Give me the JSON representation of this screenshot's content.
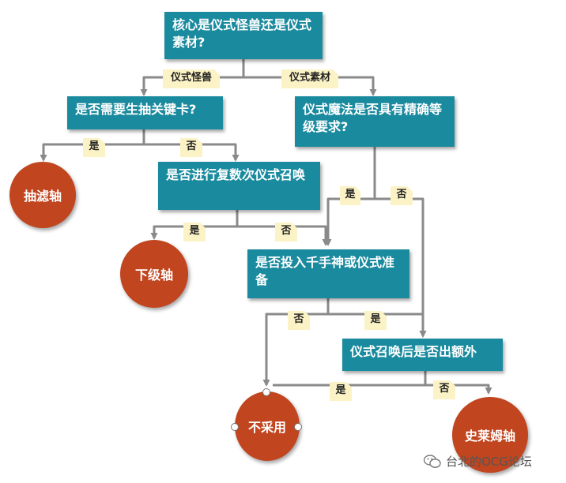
{
  "nodes": {
    "q_core": "核心是仪式怪兽还是仪式素材?",
    "q_extract_key": "是否需要生抽关键卡?",
    "q_magic_level": "仪式魔法是否具有精确等级要求?",
    "q_multi_summon": "是否进行复数次仪式召唤",
    "q_thousand_hands": "是否投入千手神或仪式准备",
    "q_extra_after": "仪式召唤后是否出额外"
  },
  "leaves": {
    "draw_axis": "抽滤轴",
    "lower_level_axis": "下级轴",
    "not_adopted": "不采用",
    "slime_axis": "史莱姆轴"
  },
  "edges": {
    "ritual_monster": "仪式怪兽",
    "ritual_material": "仪式素材",
    "yes": "是",
    "no": "否"
  },
  "watermark": "台北的OCG论坛",
  "colors": {
    "question_box": "#1a8a9e",
    "leaf_circle": "#c1451f",
    "edge_tag": "#fbf3c6",
    "connector": "#8a8a8a"
  }
}
